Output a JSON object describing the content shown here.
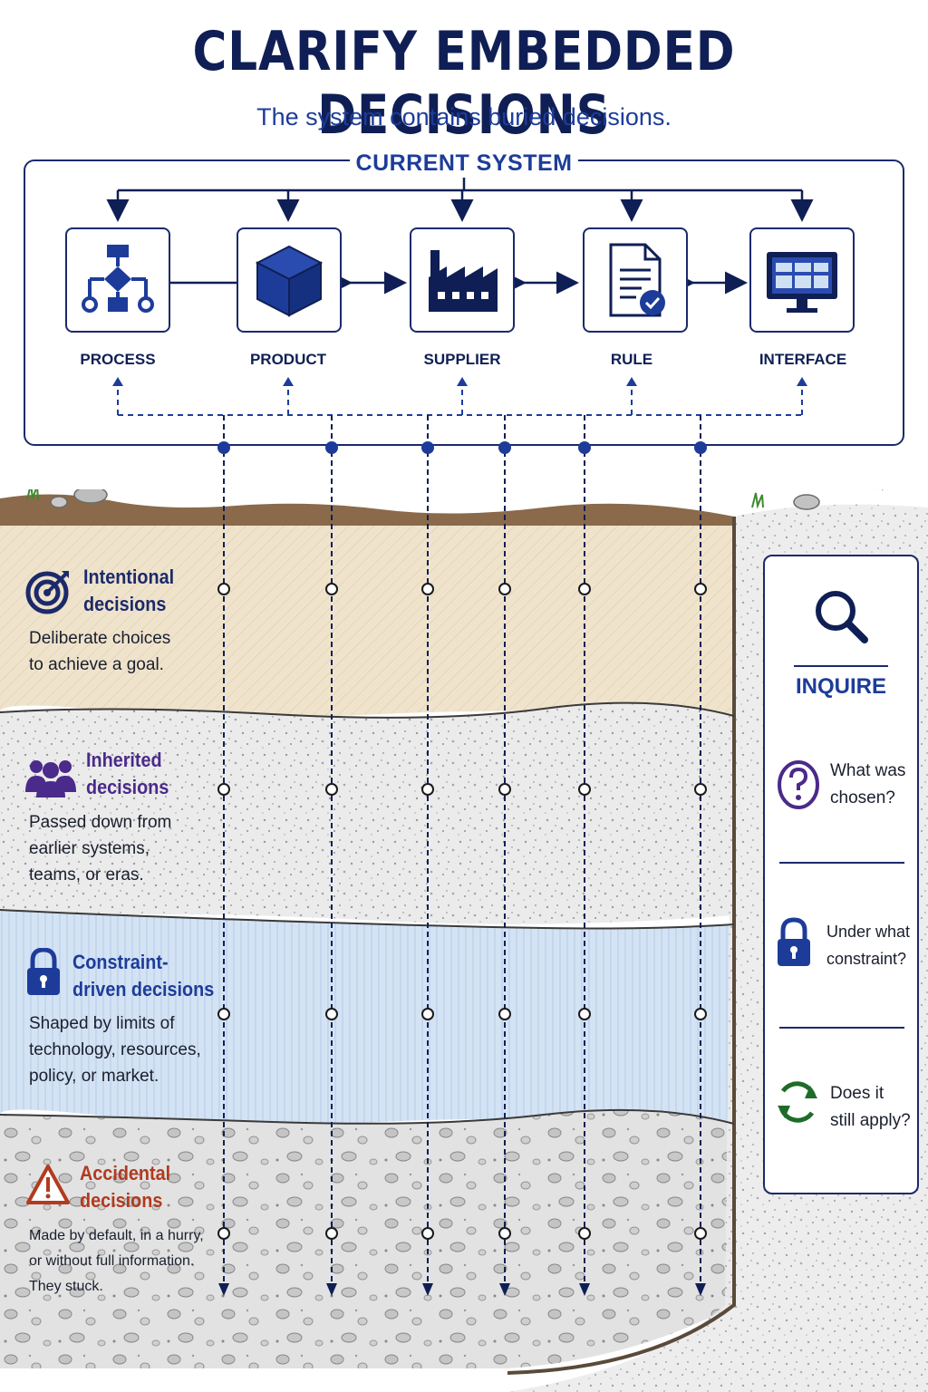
{
  "title": "CLARIFY EMBEDDED DECISIONS",
  "subtitle": "The system contains buried decisions.",
  "system": {
    "title": "CURRENT SYSTEM",
    "components": [
      {
        "label": "PROCESS",
        "icon": "flowchart-icon"
      },
      {
        "label": "PRODUCT",
        "icon": "cube-icon"
      },
      {
        "label": "SUPPLIER",
        "icon": "factory-icon"
      },
      {
        "label": "RULE",
        "icon": "document-check-icon"
      },
      {
        "label": "INTERFACE",
        "icon": "monitor-icon"
      }
    ]
  },
  "layers": [
    {
      "title_line1": "Intentional",
      "title_line2": "decisions",
      "desc_lines": [
        "Deliberate choices",
        "to achieve a goal."
      ],
      "icon": "target-icon",
      "color": "#1b2a6b"
    },
    {
      "title_line1": "Inherited",
      "title_line2": "decisions",
      "desc_lines": [
        "Passed down from",
        "earlier systems,",
        "teams, or eras."
      ],
      "icon": "people-icon",
      "color": "#4a2a8a"
    },
    {
      "title_line1": "Constraint-",
      "title_line2": "driven decisions",
      "desc_lines": [
        "Shaped by limits of",
        "technology, resources,",
        "policy, or market."
      ],
      "icon": "lock-icon",
      "color": "#1d3c9a"
    },
    {
      "title_line1": "Accidental",
      "title_line2": "decisions",
      "desc_lines": [
        "Made by default, in a hurry,",
        "or without full information.",
        "They stuck."
      ],
      "icon": "warning-icon",
      "color": "#b23a1e"
    }
  ],
  "inquire": {
    "heading": "INQUIRE",
    "icon": "magnifier-icon",
    "questions": [
      {
        "line1": "What was",
        "line2": "chosen?",
        "icon": "question-icon",
        "color": "#4a2a8a"
      },
      {
        "line1": "Under what",
        "line2": "constraint?",
        "icon": "lock-icon",
        "color": "#1d3c9a"
      },
      {
        "line1": "Does it",
        "line2": "still apply?",
        "icon": "refresh-icon",
        "color": "#1f6b2a"
      }
    ]
  },
  "colors": {
    "navy": "#0f1f55",
    "accent_blue": "#1d3c9a",
    "sand": "#efe3cc",
    "gravel": "#e6e6e6",
    "water": "#cfe0f3",
    "rocks": "#d8d8d8"
  }
}
